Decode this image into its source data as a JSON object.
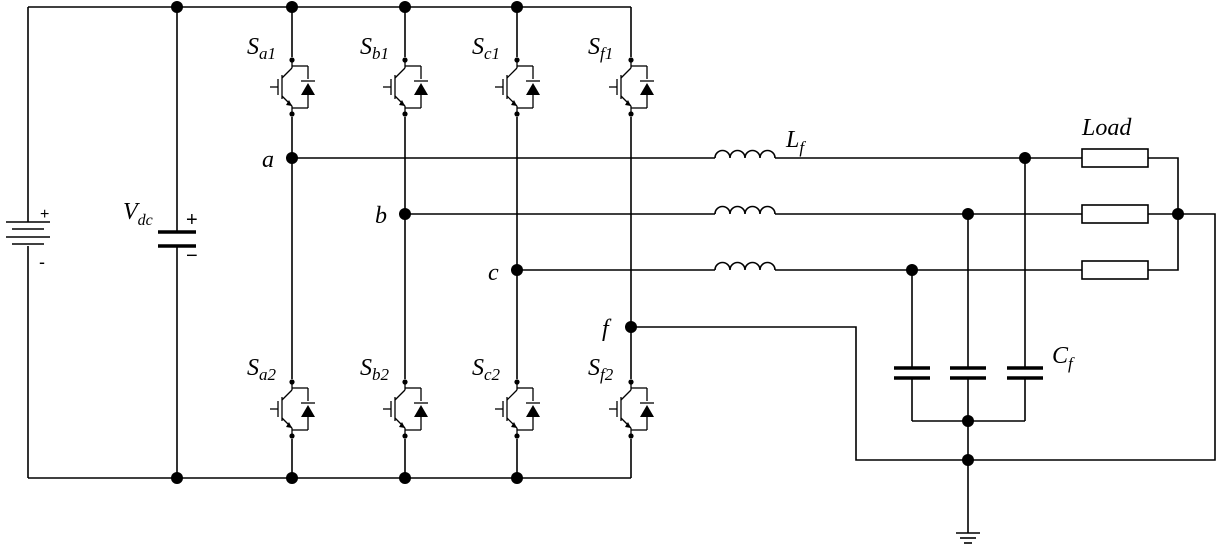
{
  "labels": {
    "vdc_main": "V",
    "vdc_sub": "dc",
    "battery_plus": "+",
    "battery_minus": "-",
    "cap_plus": "+",
    "cap_minus": "−",
    "node_a": "a",
    "node_b": "b",
    "node_c": "c",
    "node_f": "f",
    "lf_main": "L",
    "lf_sub": "f",
    "cf_main": "C",
    "cf_sub": "f",
    "load": "Load"
  },
  "switches": [
    {
      "main": "S",
      "sub": "a1"
    },
    {
      "main": "S",
      "sub": "b1"
    },
    {
      "main": "S",
      "sub": "c1"
    },
    {
      "main": "S",
      "sub": "f1"
    },
    {
      "main": "S",
      "sub": "a2"
    },
    {
      "main": "S",
      "sub": "b2"
    },
    {
      "main": "S",
      "sub": "c2"
    },
    {
      "main": "S",
      "sub": "f2"
    }
  ],
  "colors": {
    "wire": "#000000",
    "background": "#ffffff"
  }
}
